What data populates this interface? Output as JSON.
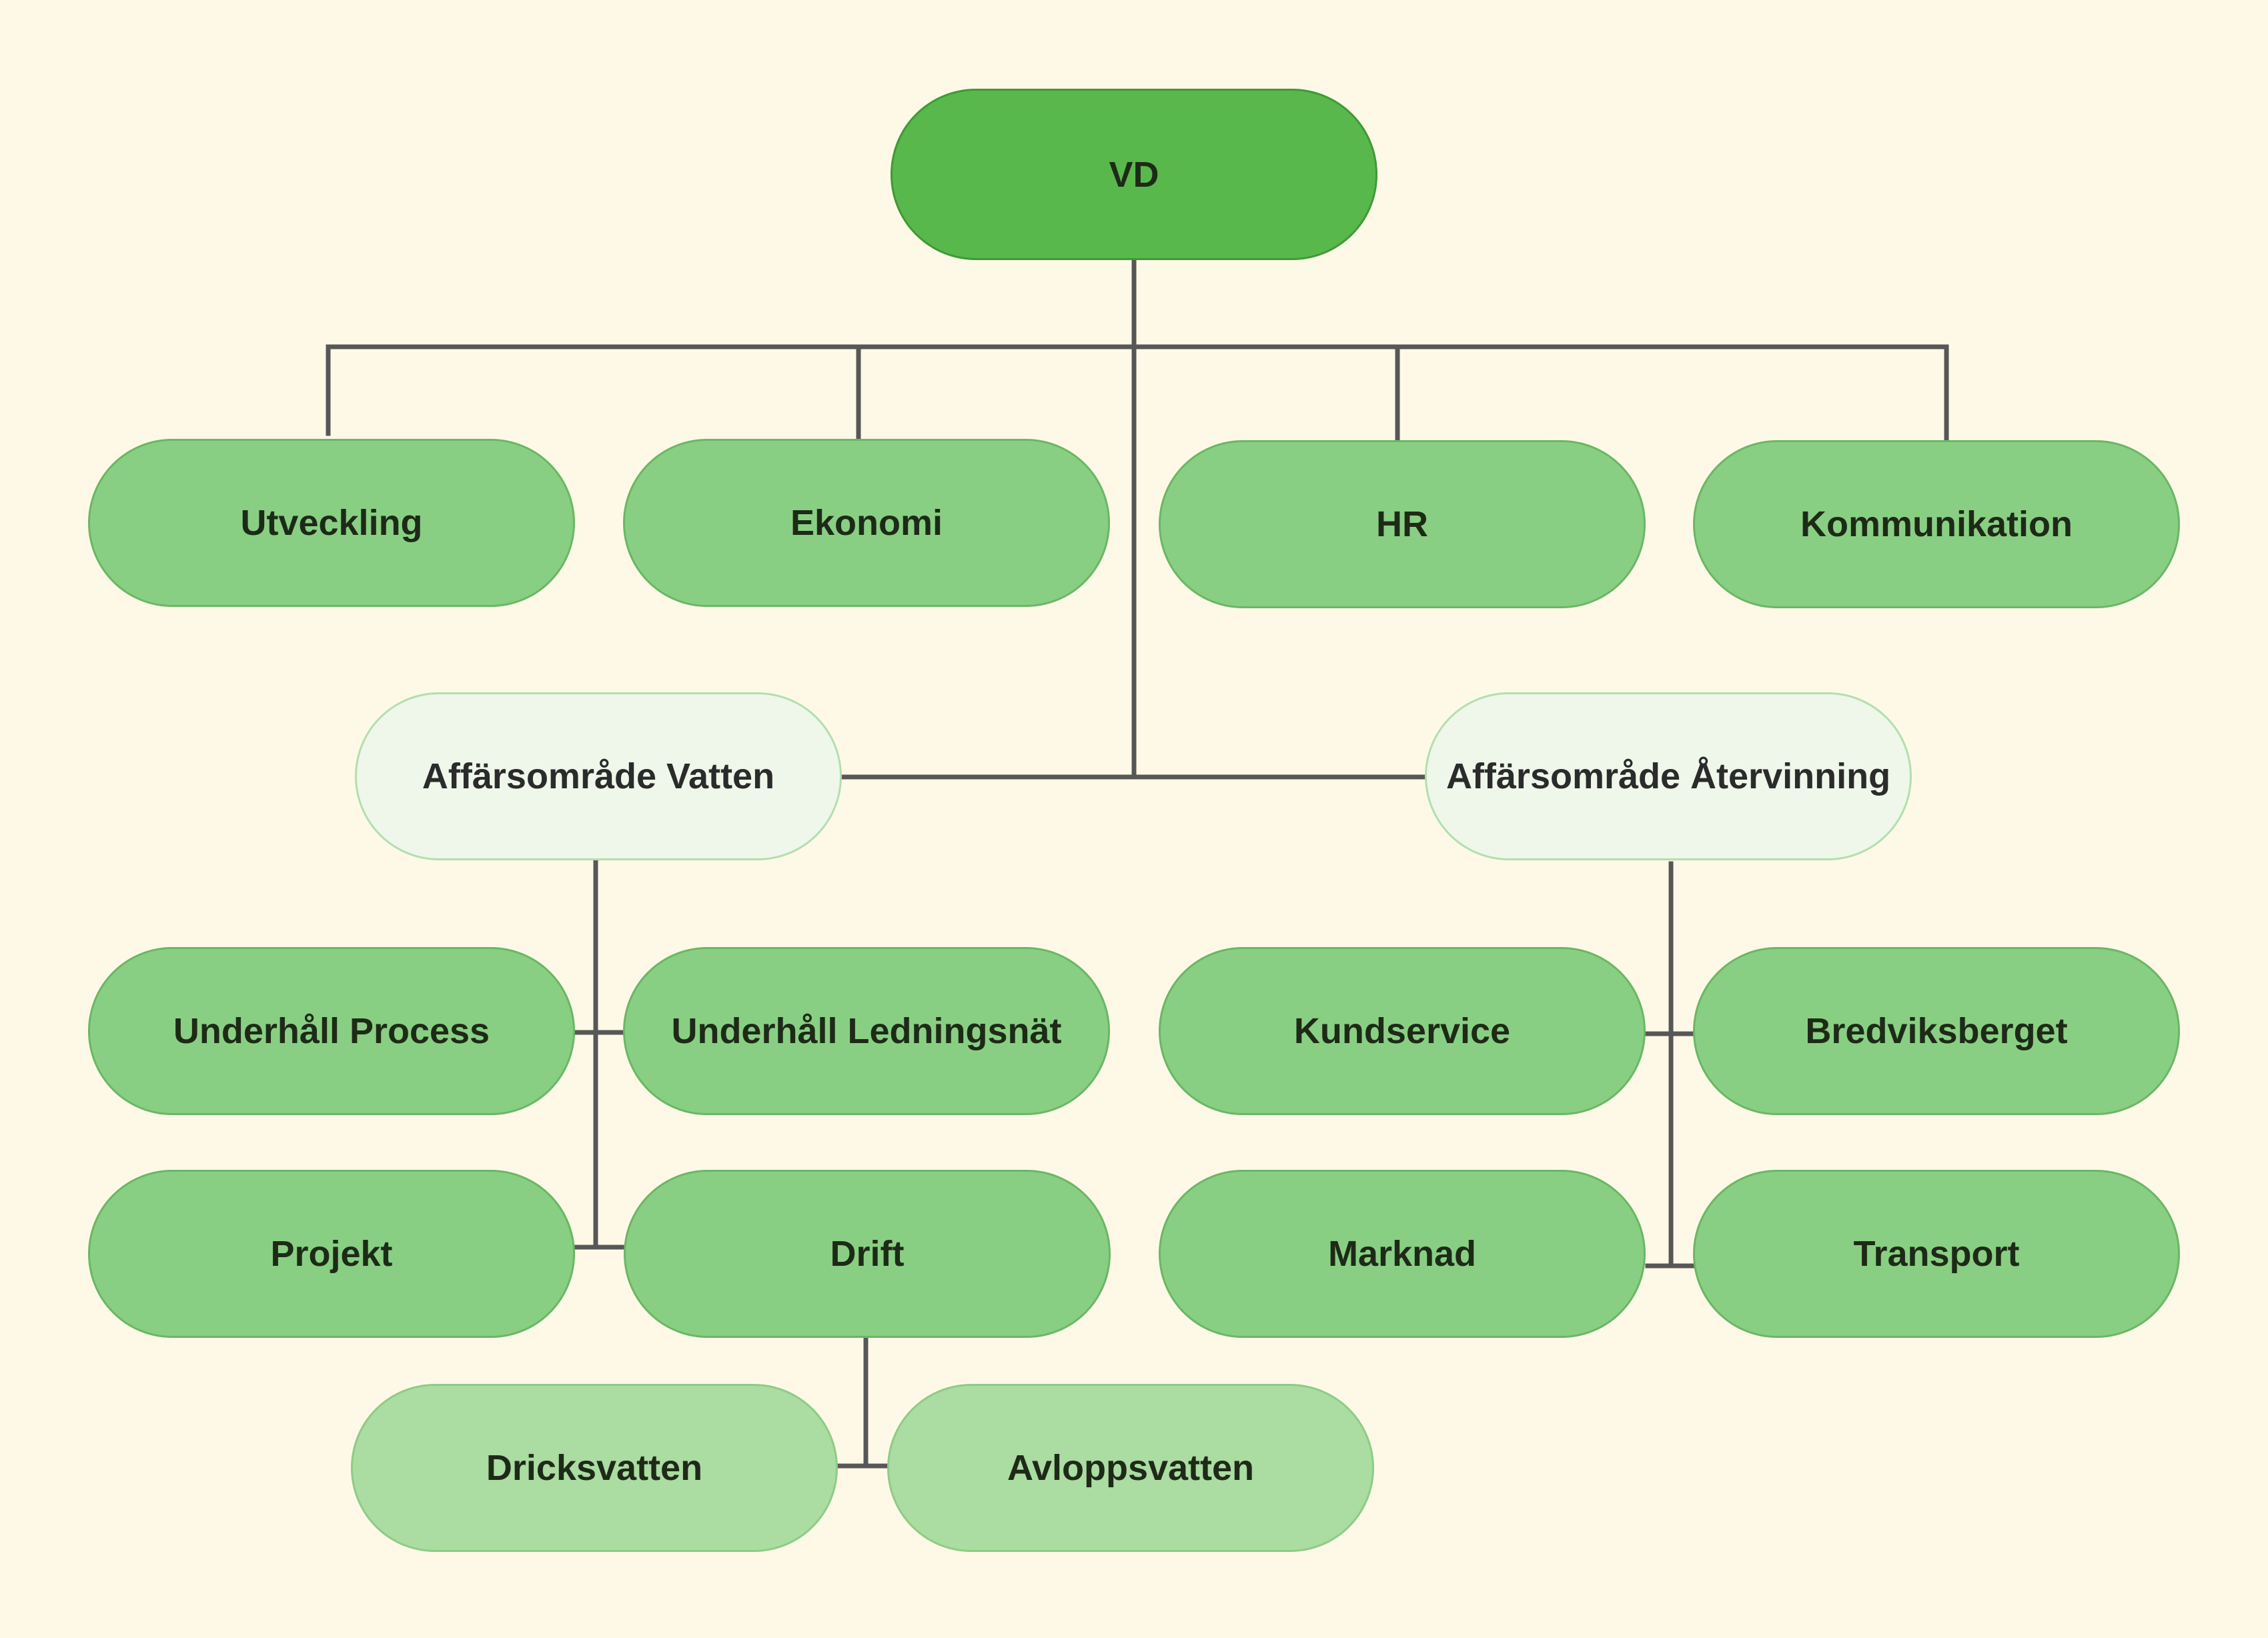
{
  "chart": {
    "root": {
      "label": "VD"
    },
    "staff": [
      {
        "label": "Utveckling"
      },
      {
        "label": "Ekonomi"
      },
      {
        "label": "HR"
      },
      {
        "label": "Kommunikation"
      }
    ],
    "areas": [
      {
        "label": "Affärsområde Vatten",
        "units": [
          {
            "label": "Underhåll Process"
          },
          {
            "label": "Underhåll Ledningsnät"
          },
          {
            "label": "Projekt"
          },
          {
            "label": "Drift",
            "children": [
              {
                "label": "Dricksvatten"
              },
              {
                "label": "Avloppsvatten"
              }
            ]
          }
        ]
      },
      {
        "label": "Affärsområde Återvinning",
        "units": [
          {
            "label": "Kundservice"
          },
          {
            "label": "Bredviksberget"
          },
          {
            "label": "Marknad"
          },
          {
            "label": "Transport"
          }
        ]
      }
    ]
  },
  "colors": {
    "background": "#fef9e7",
    "root": "#58b84b",
    "department": "#89cf83",
    "business_area": "#eef7ea",
    "sub_unit": "#abdca2",
    "connector": "#575757"
  }
}
